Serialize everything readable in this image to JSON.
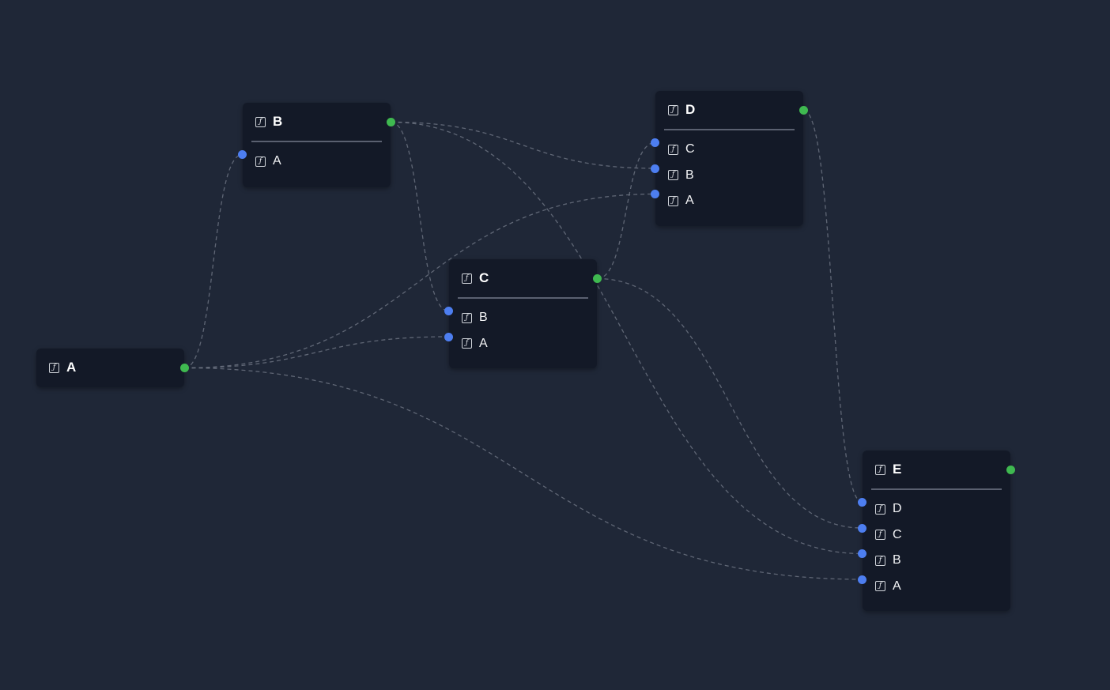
{
  "colors": {
    "background": "#1f2737",
    "node_bg": "#131927",
    "output_handle": "#3fb950",
    "input_handle": "#4d7ef0",
    "edge": "#6b7280"
  },
  "icon": "function-icon",
  "nodes": {
    "A": {
      "title": "A",
      "inputs": []
    },
    "B": {
      "title": "B",
      "inputs": [
        "A"
      ]
    },
    "C": {
      "title": "C",
      "inputs": [
        "B",
        "A"
      ]
    },
    "D": {
      "title": "D",
      "inputs": [
        "C",
        "B",
        "A"
      ]
    },
    "E": {
      "title": "E",
      "inputs": [
        "D",
        "C",
        "B",
        "A"
      ]
    }
  },
  "edges": [
    {
      "from": "A",
      "to": "B",
      "port": "A"
    },
    {
      "from": "A",
      "to": "C",
      "port": "A"
    },
    {
      "from": "A",
      "to": "D",
      "port": "A"
    },
    {
      "from": "A",
      "to": "E",
      "port": "A"
    },
    {
      "from": "B",
      "to": "C",
      "port": "B"
    },
    {
      "from": "B",
      "to": "D",
      "port": "B"
    },
    {
      "from": "B",
      "to": "E",
      "port": "B"
    },
    {
      "from": "C",
      "to": "D",
      "port": "C"
    },
    {
      "from": "C",
      "to": "E",
      "port": "C"
    },
    {
      "from": "D",
      "to": "E",
      "port": "D"
    }
  ]
}
